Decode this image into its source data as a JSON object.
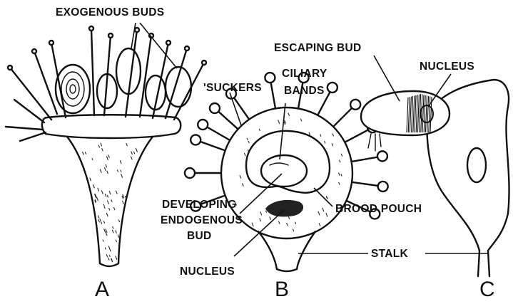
{
  "labels": {
    "exogenous_buds": "EXOGENOUS BUDS",
    "escaping_bud": "ESCAPING BUD",
    "nucleus_c": "NUCLEUS",
    "suckers": "'SUCKERS",
    "ciliary_bands_1": "CILIARY",
    "ciliary_bands_2": "BANDS",
    "developing_1": "DEVELOPING",
    "developing_2": "ENDOGENOUS",
    "developing_3": "BUD",
    "brood_pouch": "BROOD POUCH",
    "stalk": "STALK",
    "nucleus_b": "NUCLEUS",
    "fig_a": "A",
    "fig_b": "B",
    "fig_c": "C"
  }
}
